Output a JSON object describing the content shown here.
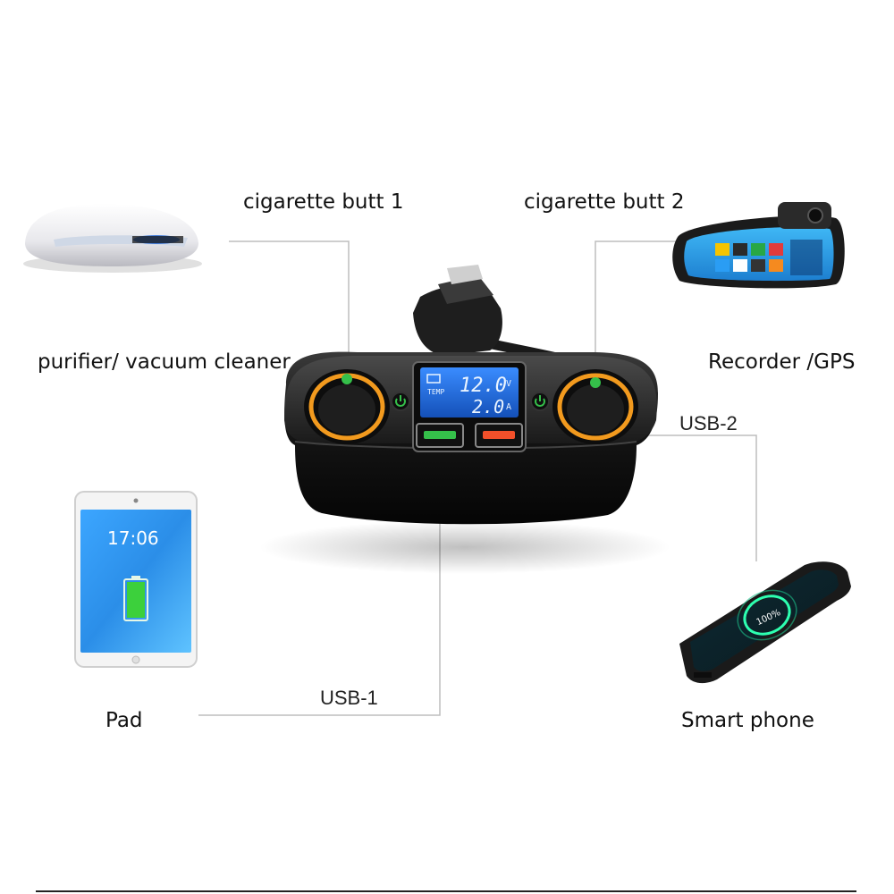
{
  "labels": {
    "cig1": "cigarette butt 1",
    "cig2": "cigarette butt 2",
    "purifier": "purifier/ vacuum cleaner",
    "recorder": "Recorder /GPS",
    "usb2": "USB-2",
    "usb1": "USB-1",
    "pad": "Pad",
    "phone": "Smart phone"
  },
  "display": {
    "temp_label": "TEMP",
    "voltage": "12.0",
    "voltage_unit": "V",
    "current": "2.0",
    "current_unit": "A"
  },
  "tablet": {
    "time": "17:06",
    "battery_level": 1.0
  },
  "smartphone": {
    "charge_text": "100%"
  },
  "colors": {
    "accent_orange": "#f29a1e",
    "lcd_blue": "#1f6fe0",
    "power_green": "#35c04a",
    "body_black": "#141414",
    "leader_line": "#bdbdbd"
  }
}
